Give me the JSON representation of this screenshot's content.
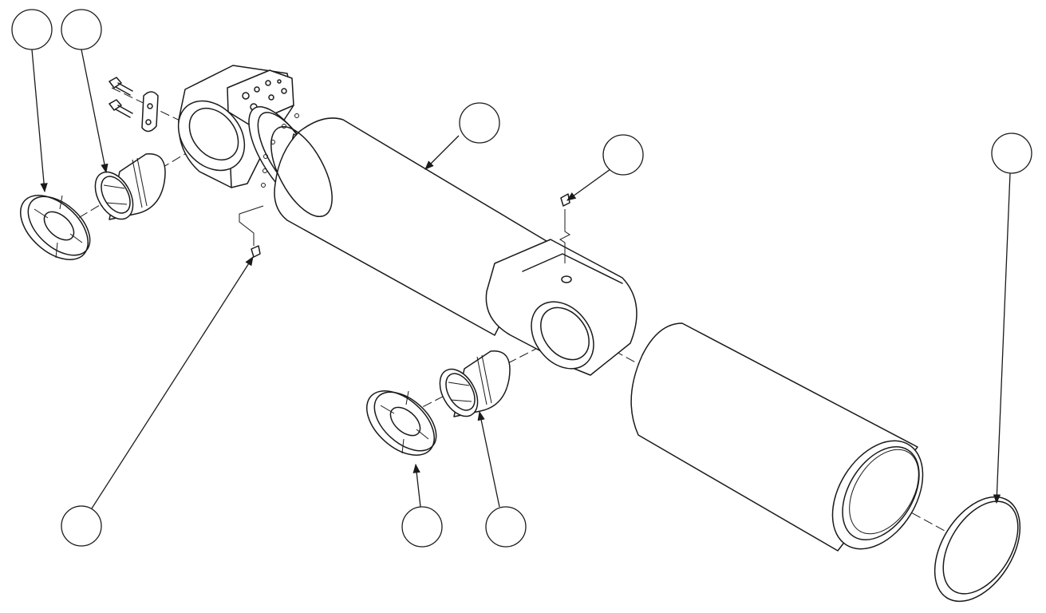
{
  "drawing": {
    "line_color": "#1a1a1a",
    "background_color": "#ffffff"
  },
  "callouts": [
    {
      "id": "callout-1",
      "label": ""
    },
    {
      "id": "callout-2",
      "label": ""
    },
    {
      "id": "callout-3",
      "label": ""
    },
    {
      "id": "callout-4",
      "label": ""
    },
    {
      "id": "callout-5",
      "label": ""
    },
    {
      "id": "callout-6",
      "label": ""
    },
    {
      "id": "callout-7",
      "label": ""
    },
    {
      "id": "callout-8",
      "label": ""
    }
  ]
}
